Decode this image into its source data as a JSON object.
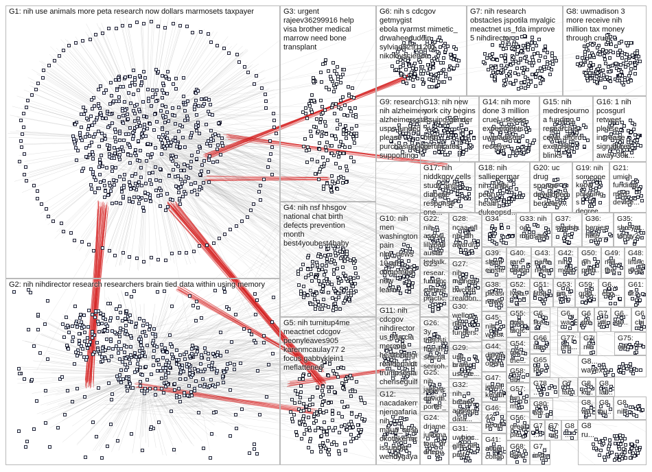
{
  "diagram": {
    "type": "network-graph",
    "groups": [
      {
        "id": "G1",
        "label": "G1: nih use animals more peta research now dollars marmosets taxpayer",
        "color": "#1f3f8a"
      },
      {
        "id": "G2",
        "label": "G2: nih nihdirector research researchers brain tied data within using memory",
        "color": "#2a6db5"
      },
      {
        "id": "G3",
        "label": "G3: urgent\nrajeev36299916 help\nvisa brother medical\nmarrow need bone\ntransplant",
        "color": "#2e7d3a"
      },
      {
        "id": "G4",
        "label": "G4: nih nsf hhsgov\nnational chat birth\ndefects prevention\nmonth\nbest4youbest4baby",
        "color": "#3a9a3a"
      },
      {
        "id": "G5",
        "label": "G5: nih turnitup4me\nmeactnet cdcgov\npeonyleaves905\nkarenmcaulay77 2\nfocus gabbyklein1\nmeflattened",
        "color": "#b02020"
      },
      {
        "id": "G6",
        "label": "G6: nih s cdcgov getmygist\nebola ryarmst mimetic_\ndrwaheeduddin\nsylviad32911201\nnikolovscience",
        "color": "#d07a20"
      },
      {
        "id": "G7",
        "label": "G7: nih research\nobstacles jspotila myalgic\nmeactnet us_fda improve\n5 nihdirector",
        "color": "#e0a020"
      },
      {
        "id": "G8",
        "label": "G8: uwmadison 3\nmore receive nih\nmillion tax money\nthrough cruel",
        "color": "#8cc63f"
      },
      {
        "id": "G9",
        "label": "G9: research\nnih alzheimers\nalzheimerssta...\nusps funded\nplease\npurchasing join\nsupporting",
        "color": "#1a7a5a"
      },
      {
        "id": "G10",
        "label": "G10: nih men\nwashingtonpost\npain nlm_news\n10 ap\ncompared now\nlearn",
        "color": "#4040a0"
      },
      {
        "id": "G11",
        "label": "G11: nih\ncdcgov\nnihdirector\nus_fda cia\nmercola\nhealthranger\nrealdonaldtru...\ntrumpsesianc...\ncheriseguilfoil",
        "color": "#6040a0"
      },
      {
        "id": "G12",
        "label": "G12:\nnacadakenya\nnjengafarian\nnih\nmaua_susan\nokothkenneth\nissupnet\nwendygaya...",
        "color": "#7a4fa0"
      },
      {
        "id": "G13",
        "label": "G13: nih new\nyork city begins\nissuing gender 'x'\nbirth certificates",
        "color": "#6a4a9a"
      },
      {
        "id": "G14",
        "label": "G14: nih more\ndone 3 million\ncruel useless\nexperiments\nuwmadison\nreceive",
        "color": "#9a9a30"
      },
      {
        "id": "G15",
        "label": "G15: nih\nmedresjourno\na funding\nresearch s\ncewe afford\nexercise blinks",
        "color": "#a0a040"
      },
      {
        "id": "G16",
        "label": "G16: 1 nih\npcosgurl\nretweet\nplease\nincrease\nsignatures\naway 30k...",
        "color": "#a0a040"
      },
      {
        "id": "G17",
        "label": "G17: nih\nniddkgov cells\nstudy anti\ndiabetic\nresponse one...",
        "color": "#a03aa0"
      },
      {
        "id": "G18",
        "label": "G18: nih\nsalliepermar\nnih_nhlbi penn\nhealth\ndukeopsd...",
        "color": "#8aa040"
      },
      {
        "id": "G19",
        "label": "G19: nih\nsomeone\nknow\npursuing s\ndegree...",
        "color": "#90a040"
      },
      {
        "id": "G20",
        "label": "G20: uc\ndrug\nsponge\ndeveloped\nberkeley...",
        "color": "#a0a030"
      },
      {
        "id": "G21",
        "label": "G21:\numich\nfunding\nmed\ndevice...",
        "color": "#a0a030"
      },
      {
        "id": "G22",
        "label": "G22:\nnih\nassoci...\nlillypad\naustin\ntedtalk...",
        "color": "#5a9ad0"
      },
      {
        "id": "G23",
        "label": "G23:\nresear...\nfunding\ncurrent...\npractic...",
        "color": "#3a8aa0"
      },
      {
        "id": "G24",
        "label": "G24:\ndrjame...\njulioma...\ntom_dr...\ndnepo...",
        "color": "#6060b0"
      },
      {
        "id": "G25",
        "label": "G25:\nnih\njaclync...\ndavidh...\nporter_...",
        "color": "#6060b0"
      },
      {
        "id": "G26",
        "label": "G26: 3y\nthejusti...\nftc nih\nsenma...\nsenjoh...",
        "color": "#7060b0"
      },
      {
        "id": "G27",
        "label": "G27: nih\nmclneu...\nbwcorb\nrealdon...",
        "color": "#4aa0a0"
      },
      {
        "id": "G28",
        "label": "G28:\nncaa nfl\nnhl nih\nawardi...",
        "color": "#40a060"
      },
      {
        "id": "G29",
        "label": "G29:\nusc\nbrain\nusc_re...",
        "color": "#40a0a0"
      },
      {
        "id": "G30",
        "label": "G30:\nwellco...\nnih\nfunders...",
        "color": "#60a060"
      },
      {
        "id": "G31",
        "label": "G31:\nuwbioc...\nelife nih\nprof...",
        "color": "#6060b0"
      },
      {
        "id": "G32",
        "label": "G32: nih\nbrcaex...\naggreg...\ndata...",
        "color": "#6060b0"
      },
      {
        "id": "G33",
        "label": "G33: nih\noc\nmonsan...",
        "color": "#7060b0"
      },
      {
        "id": "G34",
        "label": "G34",
        "color": "#7060b0"
      },
      {
        "id": "G35",
        "label": "G35:\nshreyat...\ntangy2...",
        "color": "#6090c0"
      },
      {
        "id": "G36",
        "label": "G36:\nberries\nhelp...",
        "color": "#70a060"
      },
      {
        "id": "G37",
        "label": "G37:\nsyedsh...",
        "color": "#6070b0"
      },
      {
        "id": "G38",
        "label": "G38:\nplease\nretwe...",
        "color": "#a06060"
      },
      {
        "id": "G39",
        "label": "G39:\nsleep\neinste...",
        "color": "#6090c0"
      },
      {
        "id": "G40",
        "label": "G40:\nrare\ndisea...",
        "color": "#60a070"
      },
      {
        "id": "G41",
        "label": "G41:\naction...\ncollab...",
        "color": "#60a070"
      },
      {
        "id": "G42",
        "label": "G42:\nnih\nmda...",
        "color": "#6070b0"
      },
      {
        "id": "G43",
        "label": "G43:\npartn...\nrnsa...",
        "color": "#6070b0"
      },
      {
        "id": "G44",
        "label": "G44:\ndlpymri\nopen...",
        "color": "#60a070"
      },
      {
        "id": "G45",
        "label": "G45:\nnih\nw_ter...",
        "color": "#6070b0"
      },
      {
        "id": "G46",
        "label": "G46:\n42\npeopl...",
        "color": "#6070b0"
      },
      {
        "id": "G47",
        "label": "G47:\njennif...\nkeoluf...",
        "color": "#70a060"
      },
      {
        "id": "G48",
        "label": "G48:\nlifting\nmoo...",
        "color": "#70a060"
      },
      {
        "id": "G49",
        "label": "G49:\nmill...\nthe...",
        "color": "#70a060"
      },
      {
        "id": "G50",
        "label": "G50:\nnih\npreti...",
        "color": "#6070b0"
      },
      {
        "id": "G51",
        "label": "G51:\nfitbit...",
        "color": "#6070b0"
      },
      {
        "id": "G52",
        "label": "G52:\nlyon...",
        "color": "#6070b0"
      },
      {
        "id": "G53",
        "label": "G53:\njim...",
        "color": "#6070b0"
      },
      {
        "id": "G54",
        "label": "G54:\nres...\nthe...",
        "color": "#6070b0"
      },
      {
        "id": "G55",
        "label": "G55:\nnrsa...\nbiotc...",
        "color": "#6070b0"
      },
      {
        "id": "G56",
        "label": "G56:\ngreat\nple...",
        "color": "#6070b0"
      },
      {
        "id": "G57",
        "label": "G57:\nfun...\nm...",
        "color": "#6070b0"
      },
      {
        "id": "G58",
        "label": "G58:\nub...",
        "color": "#6070b0"
      },
      {
        "id": "G59",
        "label": "G59:\ngpid...",
        "color": "#6070b0"
      },
      {
        "id": "G60",
        "label": "G60:\nnee...\ntha...",
        "color": "#6070b0"
      },
      {
        "id": "G61",
        "label": "G61:\ndr...",
        "color": "#6070b0"
      },
      {
        "id": "G62",
        "label": "G6...\nfire...",
        "color": "#6070b0"
      },
      {
        "id": "G63",
        "label": "G6...\nebo...",
        "color": "#6070b0"
      },
      {
        "id": "G64",
        "label": "G6...\nwa...",
        "color": "#6070b0"
      },
      {
        "id": "G65",
        "label": "G65:\npr...",
        "color": "#6070b0"
      },
      {
        "id": "G66",
        "label": "G66:\nbuc...",
        "color": "#6070b0"
      },
      {
        "id": "G67",
        "label": "G6...\nsto...",
        "color": "#6070b0"
      },
      {
        "id": "G68",
        "label": "G68:\ndea...",
        "color": "#6070b0"
      },
      {
        "id": "G69",
        "label": "G6...\nchil...",
        "color": "#6070b0"
      },
      {
        "id": "G70",
        "label": "G6...\npre...",
        "color": "#6070b0"
      },
      {
        "id": "G71",
        "label": "G7...\nwil...",
        "color": "#6070b0"
      },
      {
        "id": "G72",
        "label": "G7...\nincl...",
        "color": "#6070b0"
      },
      {
        "id": "G73",
        "label": "G73\n...",
        "color": "#6070b0"
      },
      {
        "id": "G74",
        "label": "G7\nlab...",
        "color": "#6070b0"
      },
      {
        "id": "G75",
        "label": "G75:\nnih",
        "color": "#6070b0"
      },
      {
        "id": "G76",
        "label": "G76:\nnih",
        "color": "#6070b0"
      },
      {
        "id": "G77",
        "label": "G77:\npro...",
        "color": "#6070b0"
      },
      {
        "id": "G78",
        "label": "G78\n...",
        "color": "#6070b0"
      },
      {
        "id": "G79",
        "label": "G79:\nne...",
        "color": "#6070b0"
      },
      {
        "id": "G80",
        "label": "G80:\nbar...",
        "color": "#6070b0"
      },
      {
        "id": "G81",
        "label": "G81:\n...",
        "color": "#6070b0"
      },
      {
        "id": "G82",
        "label": "G8...\nkur...",
        "color": "#6070b0"
      },
      {
        "id": "G83",
        "label": "G8...\nwayex...",
        "color": "#6070b0"
      },
      {
        "id": "G84",
        "label": "G8...\nlab...",
        "color": "#6070b0"
      },
      {
        "id": "G85",
        "label": "G8\n...",
        "color": "#6070b0"
      },
      {
        "id": "G86",
        "label": "G8...\nwo...",
        "color": "#6070b0"
      },
      {
        "id": "G87",
        "label": "G8\nhu...",
        "color": "#6070b0"
      },
      {
        "id": "G88",
        "label": "G8\nnih",
        "color": "#6070b0"
      },
      {
        "id": "G89",
        "label": "G8\nru...",
        "color": "#6070b0"
      }
    ]
  }
}
